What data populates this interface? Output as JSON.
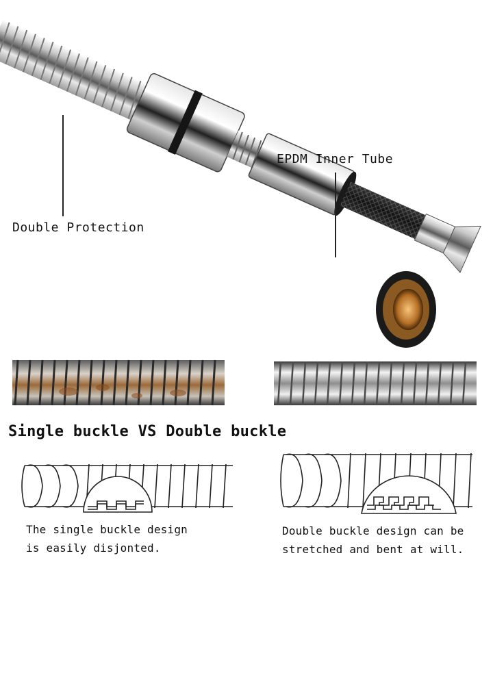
{
  "labels": {
    "epdm_inner_tube": "EPDM Inner Tube",
    "double_protection": "Double Protection",
    "heading": "Single buckle VS Double buckle"
  },
  "captions": {
    "single_line1": "The single buckle design",
    "single_line2": "is easily disjonted.",
    "double_line1": "Double buckle design can be",
    "double_line2": "stretched and bent at will."
  },
  "colors": {
    "chrome_light": "#f2f2f2",
    "chrome_mid": "#b9b9b9",
    "chrome_dark": "#2a2a2a",
    "rust": "#8a5a2b",
    "braid": "#1c1c1c",
    "brass": "#c9883b",
    "line": "#222222"
  }
}
